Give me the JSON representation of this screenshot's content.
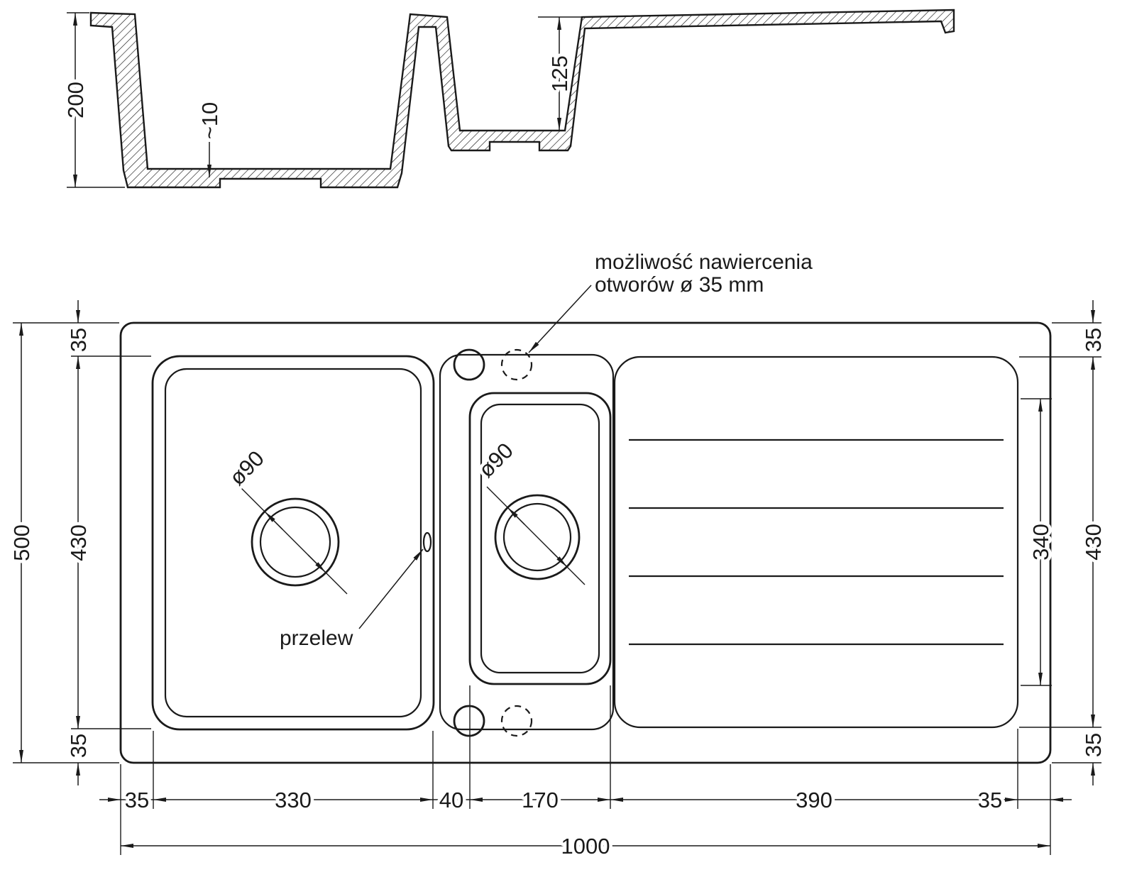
{
  "colors": {
    "line": "#1a1a1a",
    "background": "#ffffff"
  },
  "section_view": {
    "total_depth": "200",
    "base_clearance": "~10",
    "small_bowl_depth": "125"
  },
  "plan_view": {
    "notes": {
      "drill_line1": "możliwość nawiercenia",
      "drill_line2": "otworów ø 35 mm",
      "overflow": "przelew"
    },
    "drains": {
      "main": "ø90",
      "small": "ø90"
    },
    "dims": {
      "overall_width": "1000",
      "overall_height": "500",
      "margin": "35",
      "bowl_length": "430",
      "drainer_length": "430",
      "groove_span": "340",
      "main_bowl_width": "330",
      "divider_width": "40",
      "small_bowl_width": "170",
      "drainer_width": "390"
    }
  }
}
